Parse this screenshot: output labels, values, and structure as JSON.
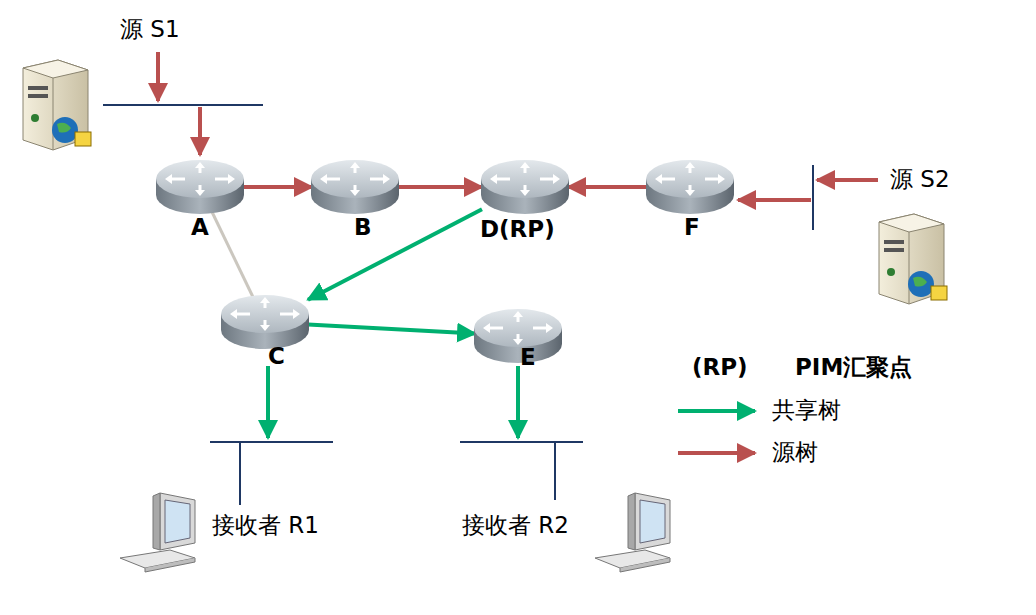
{
  "diagram": {
    "nodes": [
      {
        "text": [
          "A"
        ]
      },
      {
        "text": [
          "B"
        ]
      },
      {
        "text": [
          "D(RP)"
        ]
      },
      {
        "text": [
          "F"
        ]
      },
      {
        "text": [
          "C"
        ]
      },
      {
        "text": [
          "E"
        ]
      }
    ],
    "edges": [
      {
        "from": 0,
        "to": 1,
        "arrow": "to"
      },
      {
        "from": 1,
        "to": 2,
        "arrow": "to"
      },
      {
        "from": 3,
        "to": 2,
        "arrow": "to"
      },
      {
        "from": 2,
        "to": 4,
        "arrow": "to"
      },
      {
        "from": 4,
        "to": 5,
        "arrow": "to"
      },
      {
        "from": 0,
        "to": 4,
        "arrow": "none"
      }
    ],
    "labels": [
      "源 S1",
      "源 S2",
      "接收者 R1",
      "接收者 R2",
      "(RP)",
      "PIM汇聚点"
    ],
    "legend": [
      {
        "text": "共享树"
      },
      {
        "text": "源树"
      }
    ]
  }
}
